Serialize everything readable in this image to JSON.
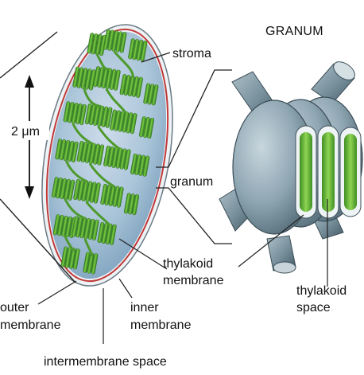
{
  "labels": {
    "title": "GRANUM",
    "stroma": "stroma",
    "scale": "2 μm",
    "granum": "granum",
    "thylakoid_membrane_1": "thylakoid",
    "thylakoid_membrane_2": "membrane",
    "thylakoid_space_1": "thylakoid",
    "thylakoid_space_2": "space",
    "outer_membrane_1": "outer",
    "outer_membrane_2": "membrane",
    "inner_membrane_1": "inner",
    "inner_membrane_2": "membrane",
    "intermembrane": "intermembrane space"
  },
  "colors": {
    "stroma": "#a9c4d8",
    "stroma_dark": "#7fa3bf",
    "outer_membrane": "#e8eef2",
    "inner_membrane": "#c23a3a",
    "thylakoid": "#6fbf3a",
    "thylakoid_dark": "#2f7d1e",
    "granum_body": "#8fa6b3",
    "granum_shadow": "#4f6673",
    "lumen": "#7cc742"
  }
}
